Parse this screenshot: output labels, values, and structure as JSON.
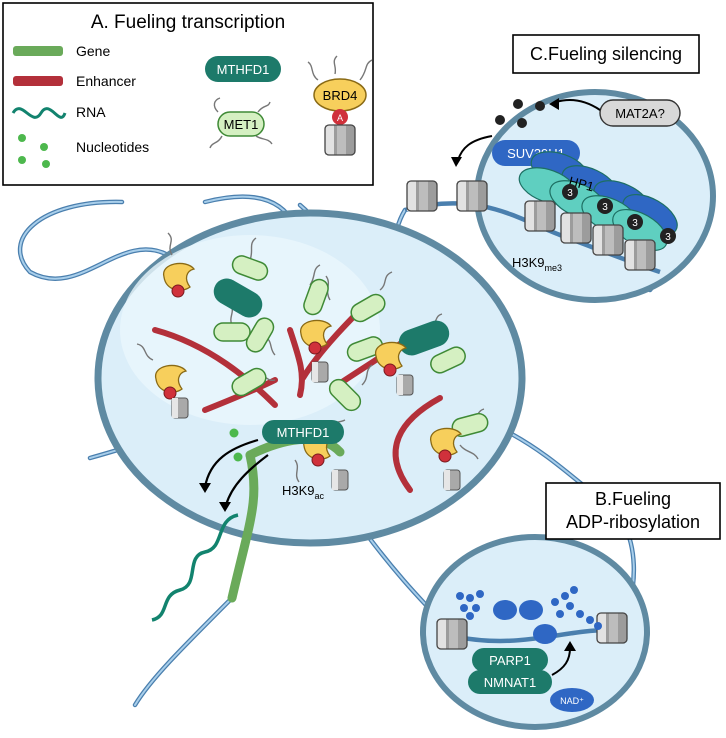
{
  "panel_a": {
    "title": "A. Fueling transcription",
    "legend": [
      {
        "key": "gene",
        "label": "Gene"
      },
      {
        "key": "enhancer",
        "label": "Enhancer"
      },
      {
        "key": "rna",
        "label": "RNA"
      },
      {
        "key": "nucleotides",
        "label": "Nucleotides"
      }
    ],
    "proteins": {
      "mthfd1": "MTHFD1",
      "met1": "MET1",
      "brd4": "BRD4",
      "brd4_mark": "A"
    }
  },
  "panel_b": {
    "title_line1": "B.Fueling",
    "title_line2": "ADP-ribosylation",
    "parp1": "PARP1",
    "nmnat1": "NMNAT1",
    "nad": "NAD⁺"
  },
  "panel_c": {
    "title": "C.Fueling silencing",
    "mat2a": "MAT2A?",
    "suv39h1": "SUV39H1",
    "hp1": "HP1",
    "mark": "3",
    "h3k9_base": "H3K9",
    "h3k9_sub": "me3"
  },
  "nucleus": {
    "mthfd1": "MTHFD1",
    "h3k9_base": "H3K9",
    "h3k9_sub": "ac"
  },
  "colors": {
    "gene": "#6aaa5a",
    "enhancer": "#b3303a",
    "rna": "#12836e",
    "dark_teal": "#1d7a6a",
    "hp1_teal": "#5fcfc0",
    "blue_protein": "#2f67c4",
    "yellow": "#f7cf5c",
    "light_green": "#d5f0c2",
    "dna": "#7eb0d9",
    "cell_fill": "#dbeef9",
    "cell_border": "#5f8aa2"
  }
}
